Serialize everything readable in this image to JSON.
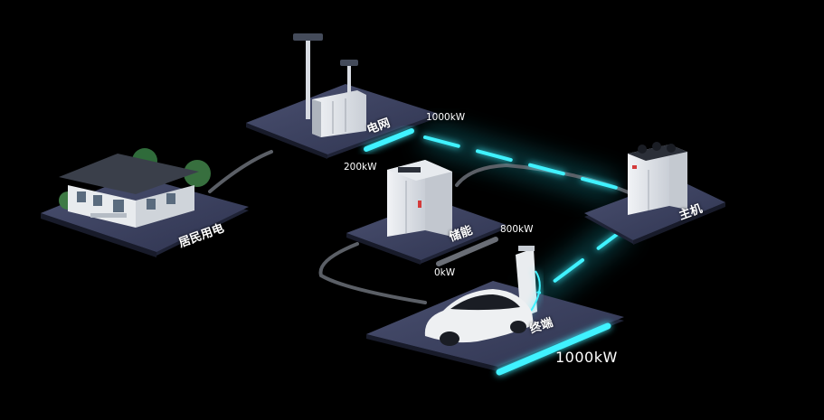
{
  "nodes": {
    "grid": {
      "label": "电网"
    },
    "residential": {
      "label": "居民用电"
    },
    "storage": {
      "label": "储能"
    },
    "host": {
      "label": "主机"
    },
    "terminal": {
      "label": "终端"
    }
  },
  "readings": {
    "grid_out": "1000kW",
    "grid_in": "200kW",
    "storage_out": "800kW",
    "storage_in": "0kW",
    "terminal_power": "1000kW"
  },
  "colors": {
    "background": "#000000",
    "platform_top": "#3d4360",
    "platform_side": "#1f2336",
    "active_flow": "#3ff2ff",
    "idle_link": "#5b5f66",
    "text": "#ffffff"
  }
}
